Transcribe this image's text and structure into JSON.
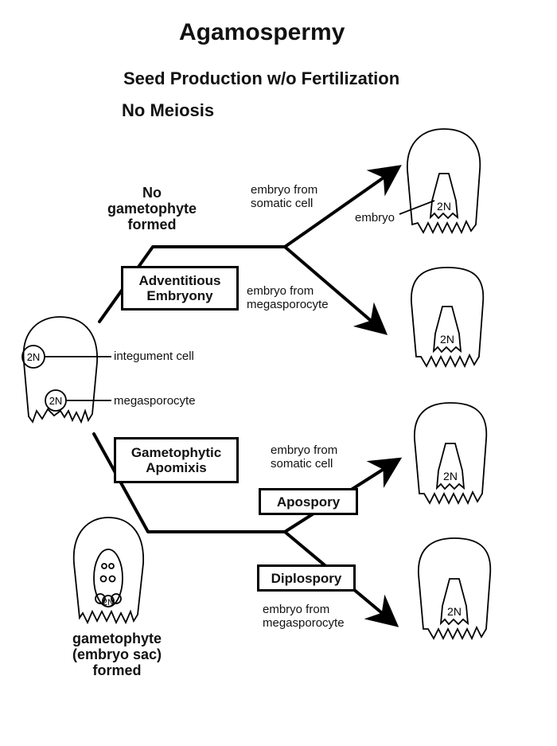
{
  "title": "Agamospermy",
  "subtitle1": "Seed Production w/o Fertilization",
  "subtitle2": "No Meiosis",
  "no_gametophyte": [
    "No",
    "gametophyte",
    "formed"
  ],
  "gametophyte_formed": [
    "gametophyte",
    "(embryo sac)",
    "formed"
  ],
  "boxes": {
    "adventitious": [
      "Adventitious",
      "Embryony"
    ],
    "gametophytic": [
      "Gametophytic",
      "Apomixis"
    ],
    "apospory": "Apospory",
    "diplospory": "Diplospory"
  },
  "labels": {
    "embryo_somatic_top": [
      "embryo from",
      "somatic cell"
    ],
    "embryo_mega_top": [
      "embryo from",
      "megasporocyte"
    ],
    "embryo_somatic_bottom": [
      "embryo from",
      "somatic cell"
    ],
    "embryo_mega_bottom": [
      "embryo from",
      "megasporocyte"
    ],
    "integument_cell": "integument cell",
    "megasporocyte": "megasporocyte",
    "embryo": "embryo",
    "ploidy": "2N"
  }
}
